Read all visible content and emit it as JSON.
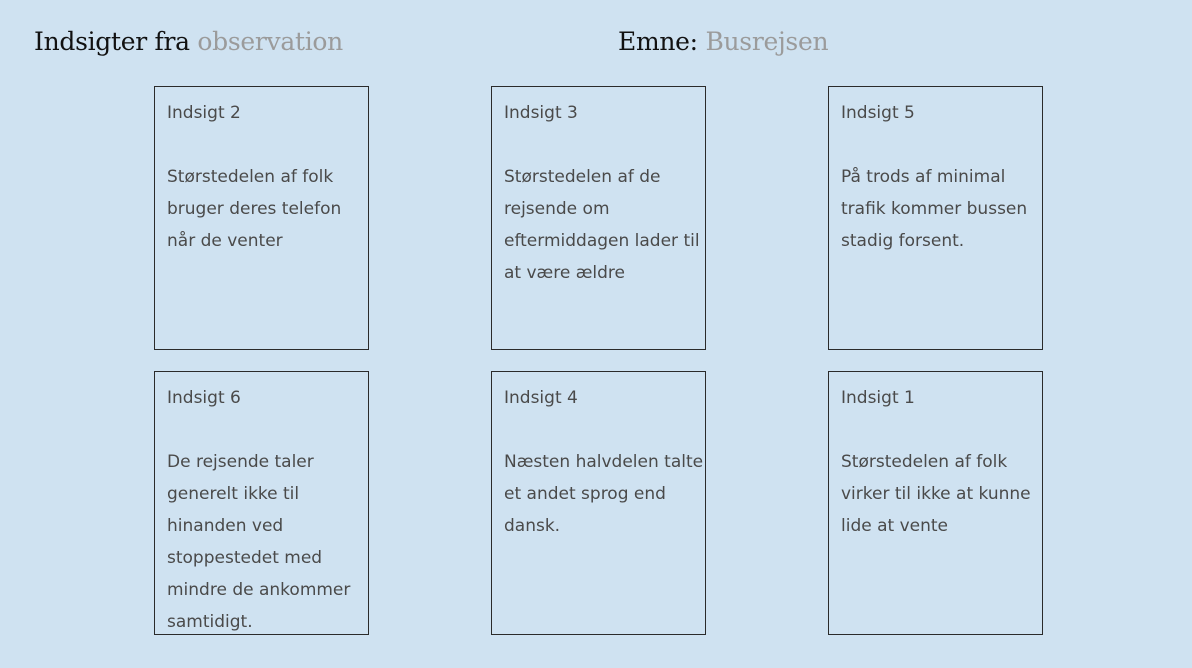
{
  "header": {
    "left": {
      "prefix": "Indsigter fra",
      "highlight": "observation"
    },
    "right": {
      "prefix": "Emne:",
      "highlight": "Busrejsen"
    }
  },
  "cards": [
    {
      "title": "Indsigt 2",
      "lines": [
        "Størstedelen af folk",
        "bruger deres telefon",
        "når de venter"
      ]
    },
    {
      "title": "Indsigt 3",
      "lines": [
        "Størstedelen af de",
        "rejsende om",
        "eftermiddagen lader til",
        "at være ældre"
      ]
    },
    {
      "title": "Indsigt 5",
      "lines": [
        "På trods af minimal",
        "trafik kommer bussen",
        "stadig forsent."
      ]
    },
    {
      "title": "Indsigt 6",
      "lines": [
        "De rejsende taler",
        "generelt ikke til",
        "hinanden ved",
        "stoppestedet med",
        "mindre de ankommer",
        "samtidigt."
      ]
    },
    {
      "title": "Indsigt 4",
      "lines": [
        "Næsten halvdelen talte",
        "et andet sprog end",
        "dansk."
      ]
    },
    {
      "title": "Indsigt 1",
      "lines": [
        "Størstedelen af folk",
        "virker til ikke at kunne",
        "lide at vente"
      ]
    }
  ],
  "colors": {
    "background": "#cfe2f1",
    "heading": "#111111",
    "muted": "#9b9b9b",
    "card_text": "#4a4a4a",
    "card_border": "#2b2b2b"
  }
}
